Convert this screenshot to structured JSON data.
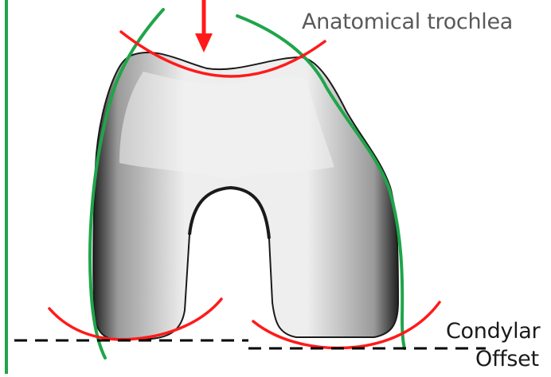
{
  "labels": {
    "trochlea": "Anatomical trochlea",
    "condylar": "Condylar",
    "offset": "Offset"
  },
  "colors": {
    "green_outline": "#1fa54a",
    "red_arc": "#ff1a1a",
    "arrow": "#ff1a1a",
    "dashed_line": "#000000",
    "bone_shade_dark": "#2a2a2a",
    "bone_shade_light": "#f4f4f4"
  }
}
